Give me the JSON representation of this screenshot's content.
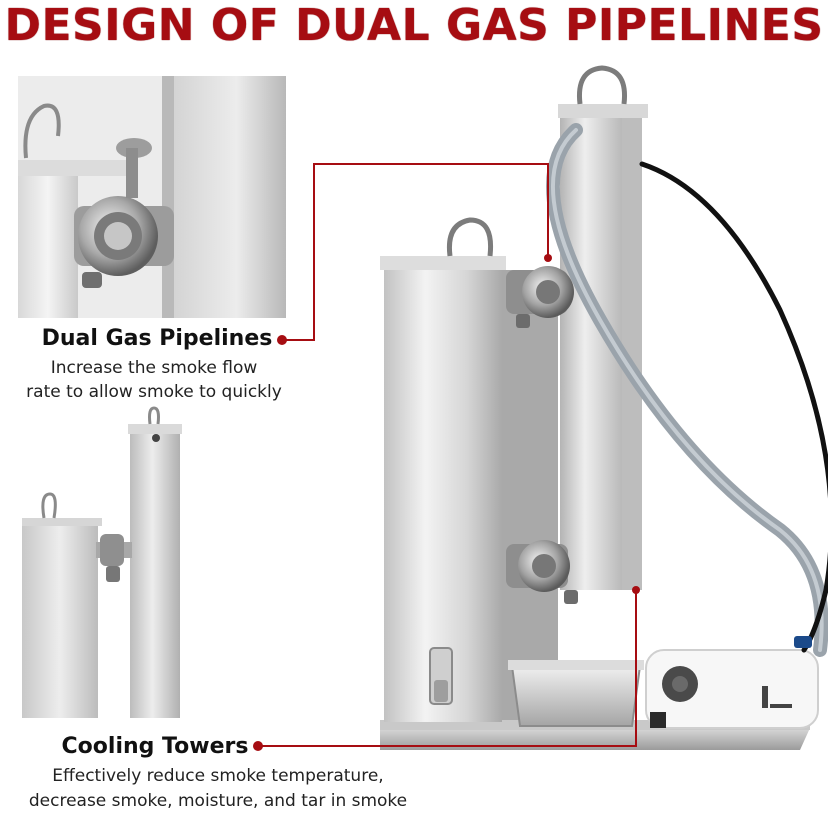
{
  "headline": "DESIGN OF DUAL GAS PIPELINES",
  "colors": {
    "accent": "#a60d12",
    "steel_light": "#e4e4e4",
    "steel_mid": "#bdbdbd",
    "steel_dark": "#8e8e8e",
    "hose_gray": "#9aa3ab",
    "hose_black": "#111111"
  },
  "callouts": {
    "dual_gas_pipelines": {
      "title": "Dual Gas Pipelines",
      "lines": [
        "Increase the smoke flow",
        "rate to allow smoke to quickly"
      ]
    },
    "cooling_towers": {
      "title": "Cooling Towers",
      "lines": [
        "Effectively reduce smoke temperature,",
        "decrease smoke, moisture, and tar in smoke"
      ]
    }
  },
  "icons": {
    "callout_marker": "red-dot-icon"
  }
}
